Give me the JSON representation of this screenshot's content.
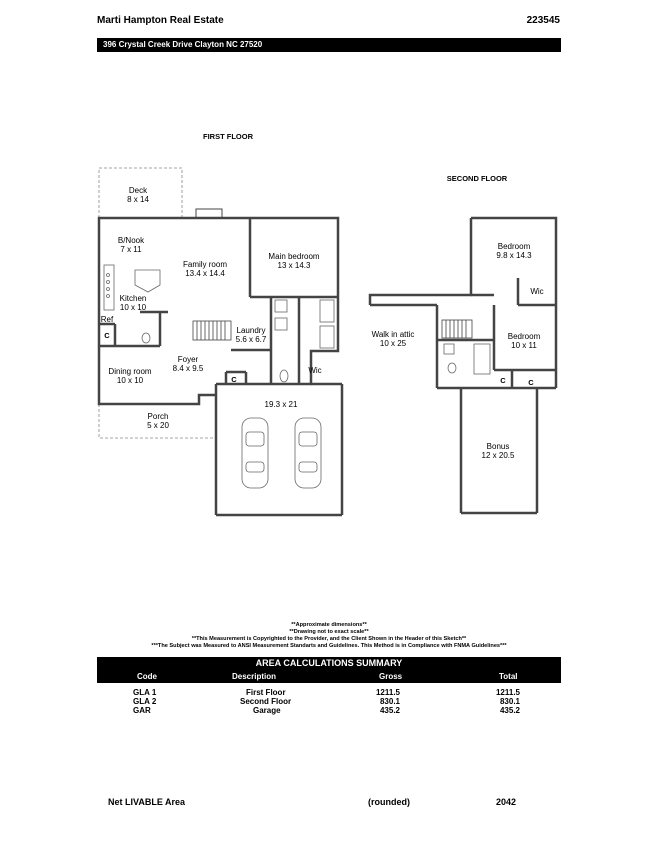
{
  "header": {
    "company": "Marti Hampton Real Estate",
    "doc_number": "223545",
    "address": "396 Crystal Creek Drive Clayton NC 27520"
  },
  "plan": {
    "first_floor_title": "FIRST FLOOR",
    "second_floor_title": "SECOND FLOOR",
    "rooms": {
      "deck": {
        "name": "Deck",
        "dim": "8 x 14"
      },
      "nook": {
        "name": "B/Nook",
        "dim": "7 x 11"
      },
      "family": {
        "name": "Family room",
        "dim": "13.4 x 14.4"
      },
      "main_bed": {
        "name": "Main bedroom",
        "dim": "13 x 14.3"
      },
      "kitchen": {
        "name": "Kitchen",
        "dim": "10 x 10"
      },
      "ref": {
        "name": "Ref"
      },
      "c1": {
        "name": "C"
      },
      "laundry": {
        "name": "Laundry",
        "dim": "5.6 x 6.7"
      },
      "foyer": {
        "name": "Foyer",
        "dim": "8.4 x 9.5"
      },
      "dining": {
        "name": "Dining room",
        "dim": "10 x 10"
      },
      "c2": {
        "name": "C"
      },
      "wic1": {
        "name": "Wic"
      },
      "garage": {
        "dim": "19.3 x 21"
      },
      "porch": {
        "name": "Porch",
        "dim": "5 x 20"
      },
      "bed2": {
        "name": "Bedroom",
        "dim": "9.8 x 14.3"
      },
      "wic2": {
        "name": "Wic"
      },
      "attic": {
        "name": "Walk in attic",
        "dim": "10 x 25"
      },
      "bed3": {
        "name": "Bedroom",
        "dim": "10 x 11"
      },
      "c3": {
        "name": "C"
      },
      "c4": {
        "name": "C"
      },
      "bonus": {
        "name": "Bonus",
        "dim": "12 x 20.5"
      }
    }
  },
  "notes": [
    "**Approximate dimensions**",
    "**Drawing not to exact scale**",
    "**This Measurement is Copyrighted to the Provider, and the Client Shown in the Header of this Sketch**",
    "***The Subject was Measured to ANSI Measurement Standarts and Guidelines. This Method is in Compliance with FNMA Guidelines***"
  ],
  "summary": {
    "title": "AREA CALCULATIONS SUMMARY",
    "headers": {
      "code": "Code",
      "description": "Description",
      "gross": "Gross",
      "total": "Total"
    },
    "rows": [
      {
        "code": "GLA 1",
        "description": "First Floor",
        "gross": "1211.5",
        "total": "1211.5"
      },
      {
        "code": "GLA 2",
        "description": "Second Floor",
        "gross": "830.1",
        "total": "830.1"
      },
      {
        "code": "GAR",
        "description": "Garage",
        "gross": "435.2",
        "total": "435.2"
      }
    ]
  },
  "footer": {
    "label": "Net LIVABLE Area",
    "rounded": "(rounded)",
    "value": "2042"
  }
}
